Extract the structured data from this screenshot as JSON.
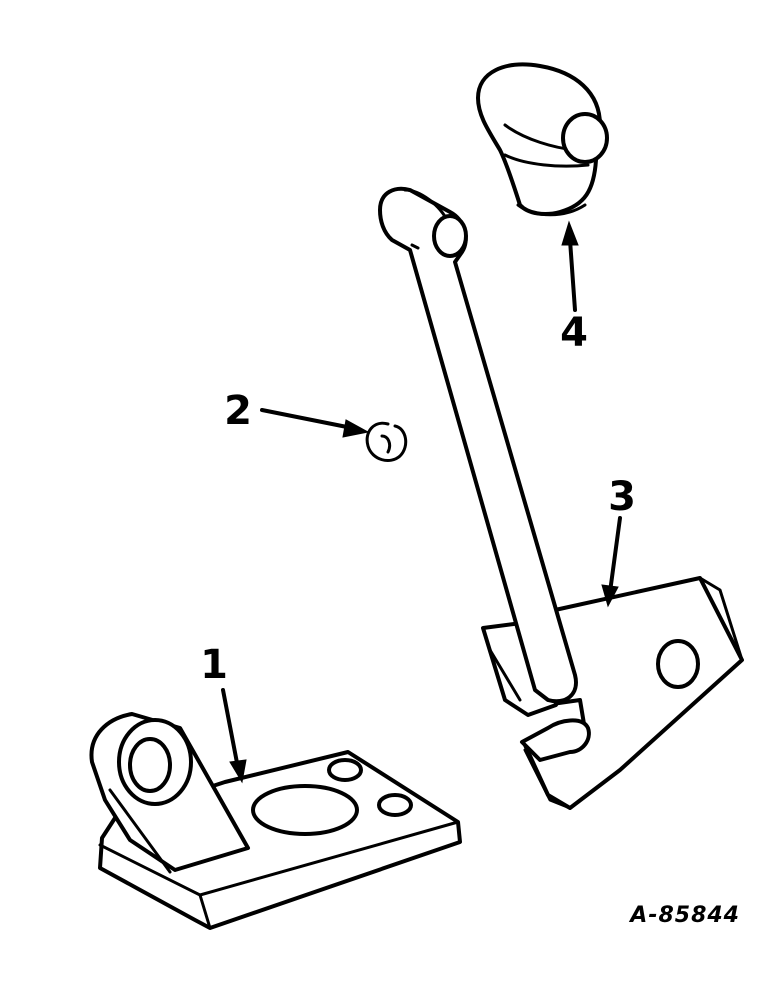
{
  "callouts": {
    "c1": "1",
    "c2": "2",
    "c3": "3",
    "c4": "4"
  },
  "figure_id": "A-85844",
  "colors": {
    "ink": "#000000",
    "paper": "#ffffff"
  }
}
